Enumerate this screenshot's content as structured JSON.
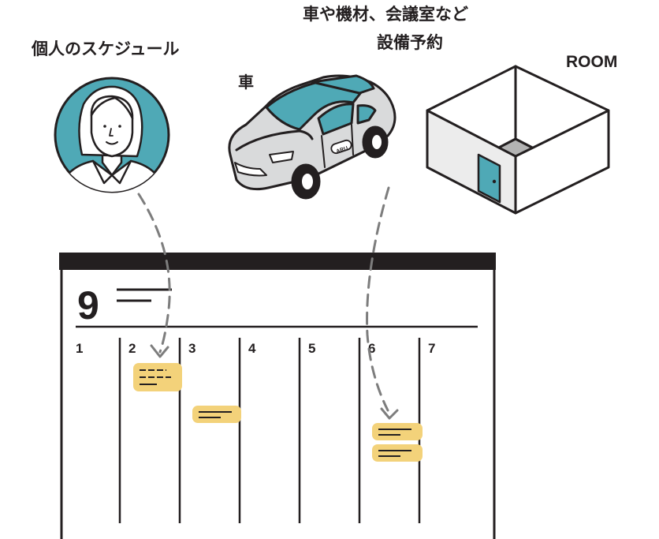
{
  "labels": {
    "personal_schedule": "個人のスケジュール",
    "car": "車",
    "equipment_line1": "車や機材、会議室など",
    "equipment_line2": "設備予約",
    "room": "ROOM"
  },
  "calendar": {
    "month": "9",
    "days": [
      "1",
      "2",
      "3",
      "4",
      "5",
      "6",
      "7"
    ]
  },
  "car_badge": "ARU",
  "colors": {
    "teal": "#4fa9b6",
    "event_yellow": "#f3d27a",
    "ink": "#231f20",
    "car_body": "#d9dadb",
    "room_floor": "#b3b3b3",
    "arrow_gray": "#7d7d7d"
  },
  "icons": [
    "person-avatar-icon",
    "car-icon",
    "room-icon"
  ]
}
